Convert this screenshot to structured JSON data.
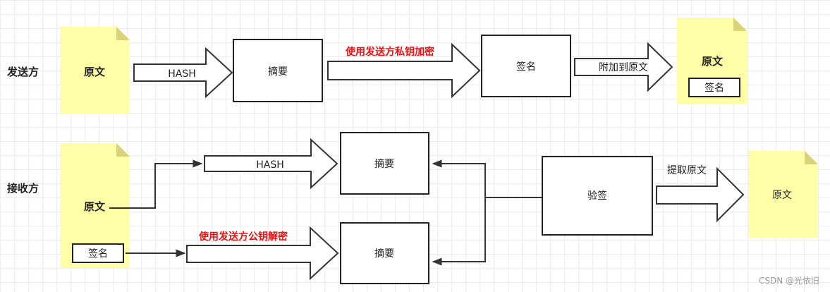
{
  "sender": {
    "role_label": "发送方",
    "doc_label": "原文",
    "hash_label": "HASH",
    "digest_label": "摘要",
    "encrypt_label": "使用发送方私钥加密",
    "signature_label": "签名",
    "attach_label": "附加到原文",
    "result_doc_label": "原文",
    "result_sig_label": "签名"
  },
  "receiver": {
    "role_label": "接收方",
    "doc_label": "原文",
    "sig_label": "签名",
    "hash_label": "HASH",
    "digest1_label": "摘要",
    "decrypt_label": "使用发送方公钥解密",
    "digest2_label": "摘要",
    "verify_label": "验签",
    "extract_label": "提取原文",
    "result_doc_label": "原文"
  },
  "watermark": "CSDN @光依旧",
  "colors": {
    "note": "#ffffa8",
    "note_fold": "#d9d27a",
    "highlight_text": "#ee1111"
  }
}
